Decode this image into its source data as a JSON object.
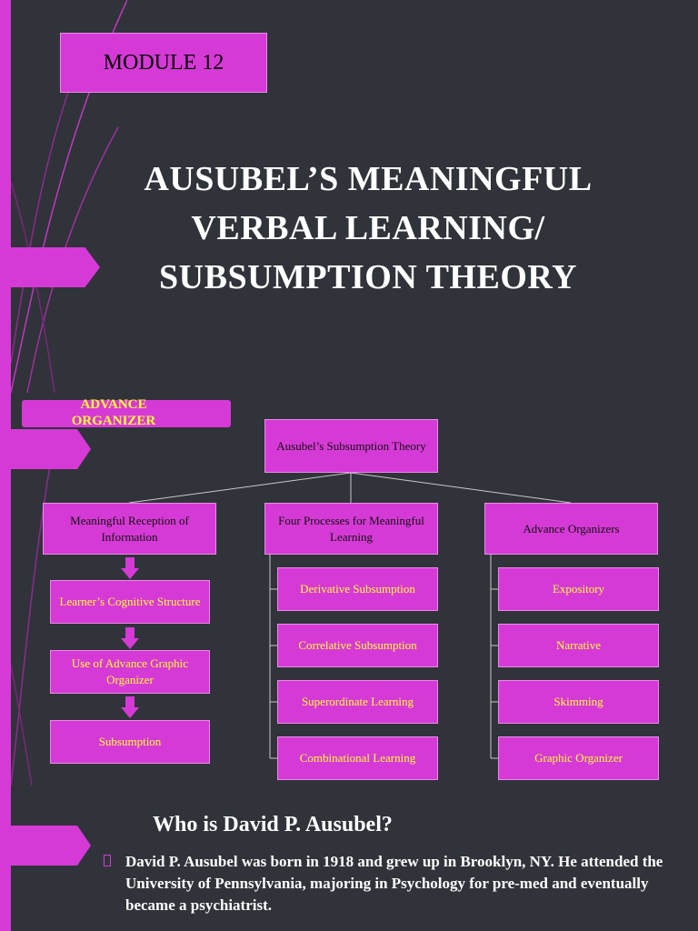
{
  "slide1": {
    "module_label": "MODULE 12",
    "title_lines": [
      "AUSUBEL’S MEANINGFUL",
      "VERBAL LEARNING/",
      "SUBSUMPTION THEORY"
    ]
  },
  "slide2": {
    "advance_organizer_label": "ADVANCE ORGANIZER",
    "root": "Ausubel’s Subsumption Theory",
    "branches": [
      {
        "label": "Meaningful Reception of Information",
        "children": [
          "Learner’s Cognitive Structure",
          "Use of Advance Graphic Organizer",
          "Subsumption"
        ]
      },
      {
        "label": "Four Processes for Meaningful Learning",
        "children": [
          "Derivative Subsumption",
          "Correlative Subsumption",
          "Superordinate Learning",
          "Combinational Learning"
        ]
      },
      {
        "label": "Advance Organizers",
        "children": [
          "Expository",
          "Narrative",
          "Skimming",
          "Graphic Organizer"
        ]
      }
    ]
  },
  "slide3": {
    "heading": "Who is David P. Ausubel?",
    "bullet_text": "David P. Ausubel was born in 1918 and grew up in Brooklyn, NY. He attended the University of Pennsylvania, majoring in Psychology for pre-med and eventually became a psychiatrist."
  },
  "colors": {
    "background": "#30333a",
    "accent_magenta": "#d63ad6",
    "highlight_yellow": "#ffff33",
    "title_white": "#ffffff"
  }
}
